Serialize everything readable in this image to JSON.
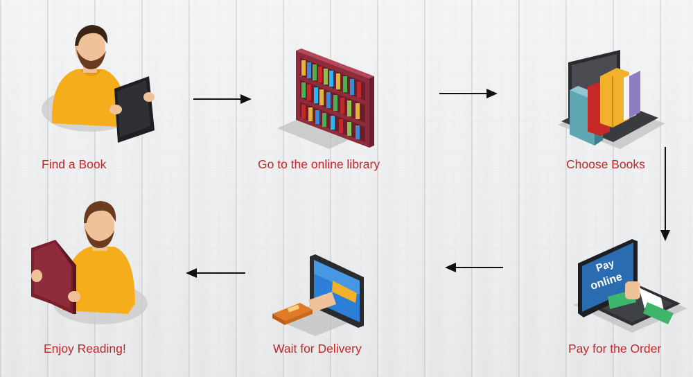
{
  "diagram": {
    "steps": [
      {
        "label": "Find a Book"
      },
      {
        "label": "Go to the online library"
      },
      {
        "label": "Choose Books"
      },
      {
        "label": "Pay for the Order"
      },
      {
        "label": "Wait for Delivery"
      },
      {
        "label": "Enjoy Reading!"
      }
    ],
    "laptop_screen_text": [
      "Pay",
      "online"
    ],
    "colors": {
      "label": "#c62626",
      "arrow": "#111111",
      "shirt": "#f6ad1c",
      "beard": "#6b3b1f",
      "book_red": "#7a1f2b",
      "screen_blue": "#2b6cb0"
    }
  }
}
